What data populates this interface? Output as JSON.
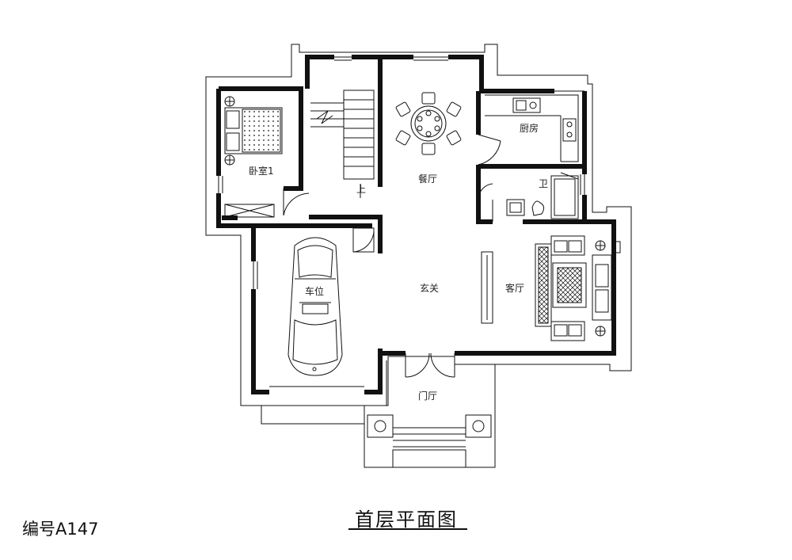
{
  "labels": {
    "bedroom": "卧室1",
    "dining": "餐厅",
    "kitchen": "厨房",
    "bath": "卫",
    "up": "上",
    "garage": "车位",
    "foyer": "玄关",
    "living": "客厅",
    "entrance": "门厅"
  },
  "footer": {
    "code": "编号A147",
    "title": "首层平面图"
  }
}
